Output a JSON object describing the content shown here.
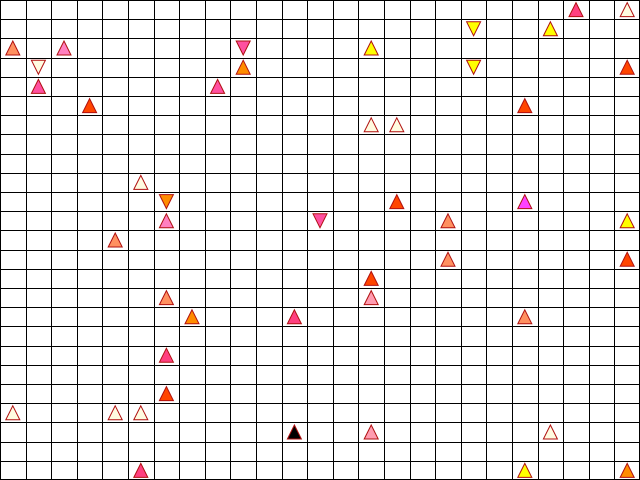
{
  "board": {
    "columns": 25,
    "rows": 25,
    "background": "#ffffff",
    "grid_color": "#000000"
  },
  "palette": {
    "pale_yellow": "#fffbe0",
    "yellow": "#ffff00",
    "orange": "#ff8c00",
    "light_orange": "#ff9060",
    "red_orange": "#ff4500",
    "pink": "#ff80c0",
    "hot_pink": "#ff50a0",
    "magenta": "#ff40ff",
    "rose": "#ff4080",
    "light_pink": "#ff9cb0",
    "black": "#000000"
  },
  "pieces": [
    {
      "col": 22,
      "row": 0,
      "dir": "up",
      "color": "rose"
    },
    {
      "col": 24,
      "row": 0,
      "dir": "up",
      "color": "pale_yellow"
    },
    {
      "col": 18,
      "row": 1,
      "dir": "down",
      "color": "yellow"
    },
    {
      "col": 21,
      "row": 1,
      "dir": "up",
      "color": "yellow"
    },
    {
      "col": 0,
      "row": 2,
      "dir": "up",
      "color": "light_orange"
    },
    {
      "col": 2,
      "row": 2,
      "dir": "up",
      "color": "pink"
    },
    {
      "col": 9,
      "row": 2,
      "dir": "down",
      "color": "hot_pink"
    },
    {
      "col": 14,
      "row": 2,
      "dir": "up",
      "color": "yellow"
    },
    {
      "col": 1,
      "row": 3,
      "dir": "down",
      "color": "pale_yellow"
    },
    {
      "col": 9,
      "row": 3,
      "dir": "up",
      "color": "orange"
    },
    {
      "col": 18,
      "row": 3,
      "dir": "down",
      "color": "yellow"
    },
    {
      "col": 24,
      "row": 3,
      "dir": "up",
      "color": "red_orange"
    },
    {
      "col": 1,
      "row": 4,
      "dir": "up",
      "color": "hot_pink"
    },
    {
      "col": 8,
      "row": 4,
      "dir": "up",
      "color": "hot_pink"
    },
    {
      "col": 3,
      "row": 5,
      "dir": "up",
      "color": "red_orange"
    },
    {
      "col": 20,
      "row": 5,
      "dir": "up",
      "color": "red_orange"
    },
    {
      "col": 14,
      "row": 6,
      "dir": "up",
      "color": "pale_yellow"
    },
    {
      "col": 15,
      "row": 6,
      "dir": "up",
      "color": "pale_yellow"
    },
    {
      "col": 5,
      "row": 9,
      "dir": "up",
      "color": "pale_yellow"
    },
    {
      "col": 6,
      "row": 10,
      "dir": "down",
      "color": "orange"
    },
    {
      "col": 15,
      "row": 10,
      "dir": "up",
      "color": "red_orange"
    },
    {
      "col": 20,
      "row": 10,
      "dir": "up",
      "color": "magenta"
    },
    {
      "col": 6,
      "row": 11,
      "dir": "up",
      "color": "pink"
    },
    {
      "col": 12,
      "row": 11,
      "dir": "down",
      "color": "hot_pink"
    },
    {
      "col": 17,
      "row": 11,
      "dir": "up",
      "color": "light_orange"
    },
    {
      "col": 24,
      "row": 11,
      "dir": "up",
      "color": "yellow"
    },
    {
      "col": 4,
      "row": 12,
      "dir": "up",
      "color": "light_orange"
    },
    {
      "col": 17,
      "row": 13,
      "dir": "up",
      "color": "light_orange"
    },
    {
      "col": 24,
      "row": 13,
      "dir": "up",
      "color": "red_orange"
    },
    {
      "col": 14,
      "row": 14,
      "dir": "up",
      "color": "red_orange"
    },
    {
      "col": 6,
      "row": 15,
      "dir": "up",
      "color": "light_orange"
    },
    {
      "col": 14,
      "row": 15,
      "dir": "up",
      "color": "light_pink"
    },
    {
      "col": 7,
      "row": 16,
      "dir": "up",
      "color": "orange"
    },
    {
      "col": 11,
      "row": 16,
      "dir": "up",
      "color": "rose"
    },
    {
      "col": 20,
      "row": 16,
      "dir": "up",
      "color": "light_orange"
    },
    {
      "col": 6,
      "row": 18,
      "dir": "up",
      "color": "rose"
    },
    {
      "col": 6,
      "row": 20,
      "dir": "up",
      "color": "red_orange"
    },
    {
      "col": 0,
      "row": 21,
      "dir": "up",
      "color": "pale_yellow"
    },
    {
      "col": 4,
      "row": 21,
      "dir": "up",
      "color": "pale_yellow"
    },
    {
      "col": 5,
      "row": 21,
      "dir": "up",
      "color": "pale_yellow"
    },
    {
      "col": 11,
      "row": 22,
      "dir": "up",
      "color": "black"
    },
    {
      "col": 14,
      "row": 22,
      "dir": "up",
      "color": "light_pink"
    },
    {
      "col": 21,
      "row": 22,
      "dir": "up",
      "color": "pale_yellow"
    },
    {
      "col": 5,
      "row": 24,
      "dir": "up",
      "color": "rose"
    },
    {
      "col": 20,
      "row": 24,
      "dir": "up",
      "color": "yellow"
    },
    {
      "col": 24,
      "row": 24,
      "dir": "up",
      "color": "orange"
    }
  ]
}
